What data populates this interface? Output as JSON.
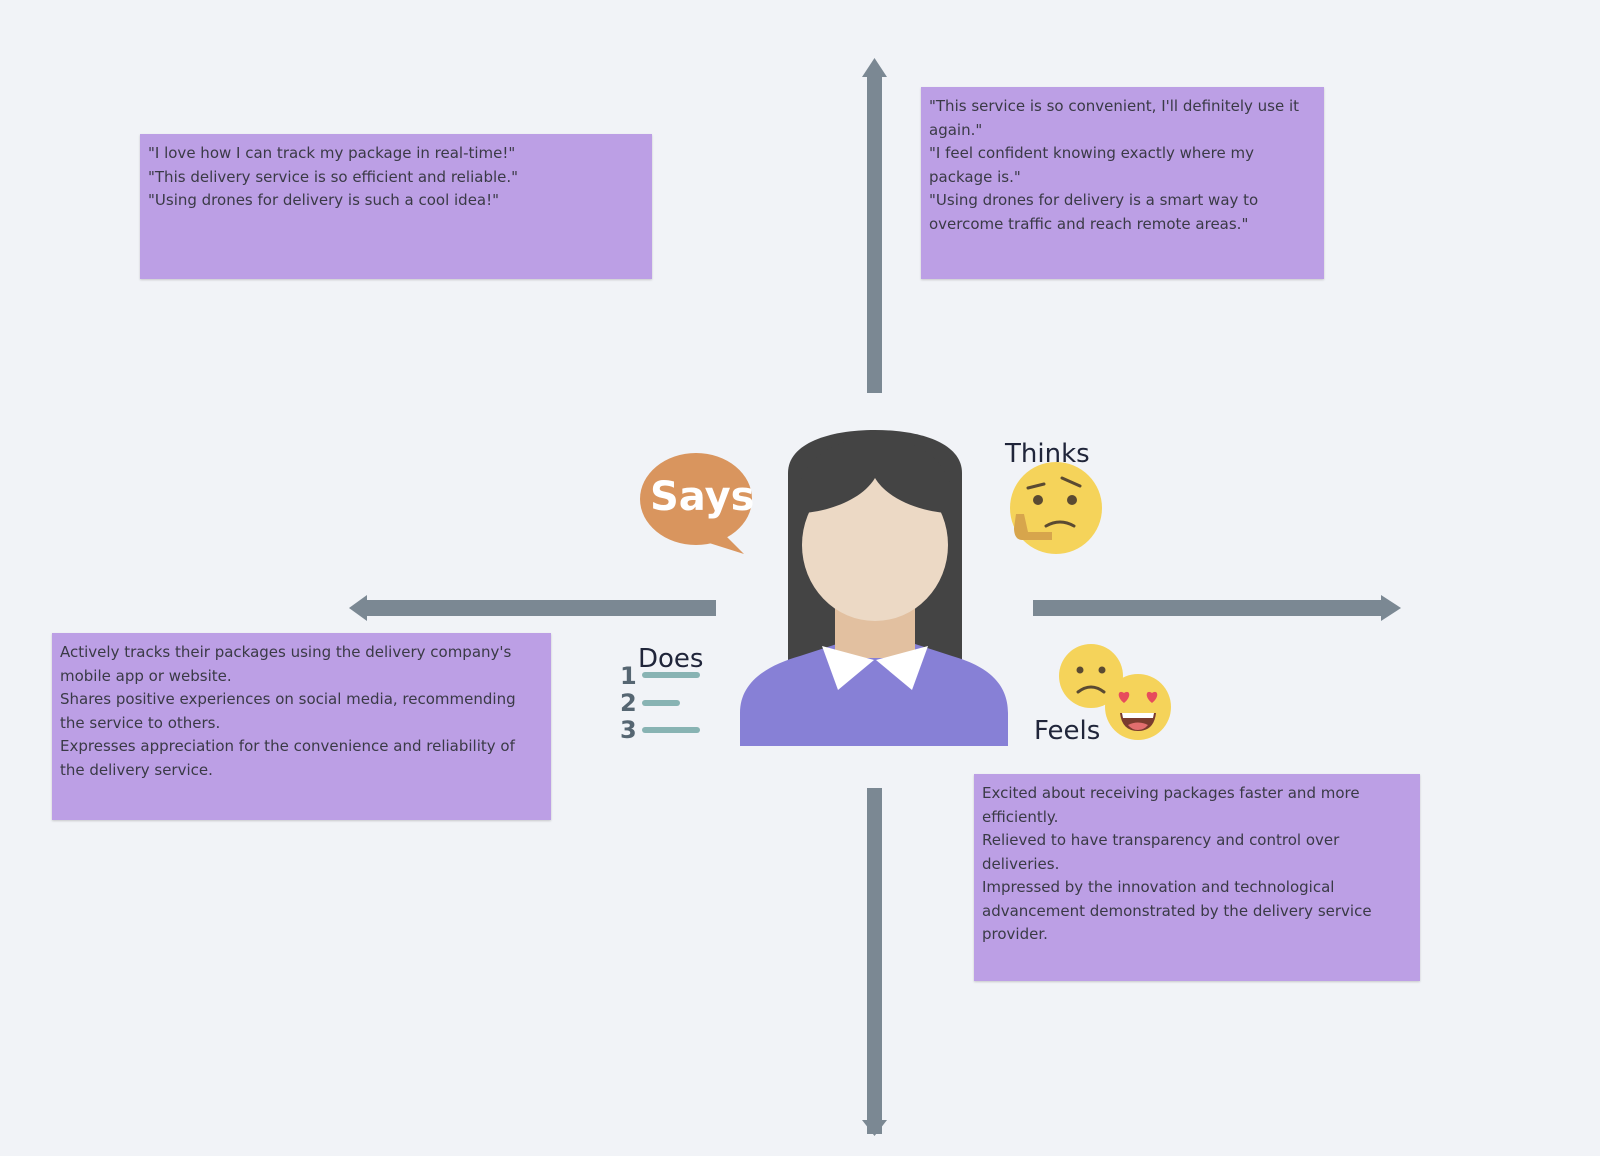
{
  "quadrants": {
    "says": {
      "label": "Says",
      "lines": [
        "\"I love how I can track my package in real-time!\"",
        "\"This delivery service is so efficient and reliable.\"",
        "\"Using drones for delivery is such a cool idea!\""
      ]
    },
    "thinks": {
      "label": "Thinks",
      "lines": [
        "\"This service is so convenient, I'll definitely use it again.\"",
        "\"I feel confident knowing exactly where my package is.\"",
        "\"Using drones for delivery is a smart way to overcome traffic and reach remote areas.\""
      ]
    },
    "does": {
      "label": "Does",
      "list_numbers": [
        "1",
        "2",
        "3"
      ],
      "lines": [
        "Actively tracks their packages using the delivery company's mobile app or website.",
        "Shares positive experiences on social media, recommending the service to others.",
        "Expresses appreciation for the convenience and reliability of the delivery service."
      ]
    },
    "feels": {
      "label": "Feels",
      "lines": [
        "Excited about receiving packages faster and more efficiently.",
        "Relieved to have transparency and control over deliveries.",
        "Impressed by the innovation and technological advancement demonstrated by the delivery service provider."
      ]
    }
  },
  "colors": {
    "background": "#f1f3f7",
    "note": "#bc9fe5",
    "arrow": "#7b8893",
    "says_bubble": "#d9955e",
    "shirt": "#8780d6",
    "hair": "#444444",
    "skin": "#ecd9c5",
    "emoji": "#f5d35a"
  },
  "icons": {
    "persona": "woman-avatar-icon",
    "says": "speech-bubble-icon",
    "thinks": "thinking-face-icon",
    "does": "numbered-list-icon",
    "feels_sad": "frowning-face-icon",
    "feels_love": "heart-eyes-face-icon"
  }
}
